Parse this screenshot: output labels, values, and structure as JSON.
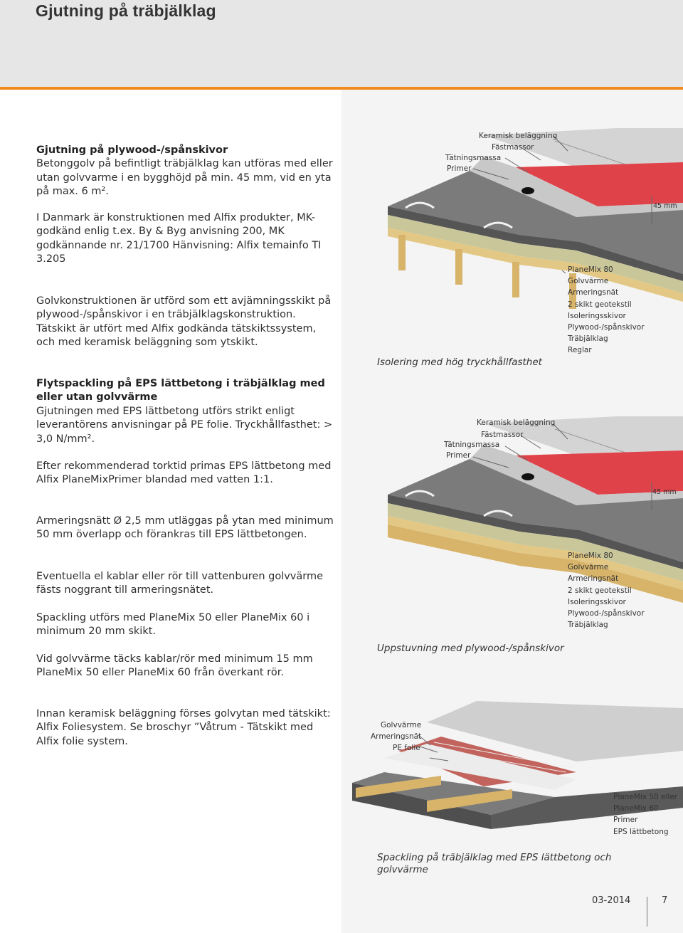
{
  "header": {
    "title": "Gjutning på träbjälklag"
  },
  "left": {
    "s1_title": "Gjutning på plywood-/spånskivor",
    "s1_body": "Betonggolv på befintligt träbjälklag kan utföras med eller utan golvvarme i en bygghöjd på min. 45 mm, vid en yta på max. 6 m².",
    "s2_body": "I Danmark är konstruktionen med Alfix produkter, MK-godkänd enlig t.ex. By & Byg anvisning 200, MK godkännande nr. 21/1700 Hänvisning: Alfix temainfo TI 3.205",
    "s3_body": "Golvkonstruktionen är utförd som ett avjämningsskikt på plywood-/spånskivor i en träbjälklagskonstruktion. Tätskikt är utfört med Alfix godkända tätskiktssystem, och med keramisk beläggning som ytskikt.",
    "s4_title": "Flytspackling på EPS lättbetong i träbjälklag med eller utan golvvärme",
    "s4_body": "Gjutningen med EPS lättbetong utförs strikt enligt leverantörens anvisningar på PE folie. Tryckhållfasthet: > 3,0 N/mm².",
    "s5_body": "Efter rekommenderad torktid primas EPS lättbetong med Alfix PlaneMixPrimer blandad med vatten 1:1.",
    "s6_body": "Armeringsnätt Ø 2,5 mm utläggas på ytan med minimum 50 mm överlapp och förankras till EPS lättbetongen.",
    "s7_body": "Eventuella el kablar eller rör till vattenburen golvvärme fästs noggrant till armeringsnätet.",
    "s8_body": "Spackling utförs med PlaneMix 50 eller PlaneMix 60 i minimum 20 mm skikt.",
    "s9_body": "Vid golvvärme täcks kablar/rör med minimum 15 mm PlaneMix 50 eller PlaneMix 60 från överkant rör.",
    "s10_body": "Innan keramisk beläggning förses golvytan med tätskikt: Alfix Foliesystem. Se broschyr ”Våtrum - Tätskikt med Alfix folie system."
  },
  "fig1": {
    "top_labels": [
      "Keramisk beläggning",
      "Fästmassor",
      "Tätningsmassa",
      "Primer"
    ],
    "dim": "45 mm",
    "side_labels": [
      "PlaneMix 80",
      "Golvvärme",
      "Armeringsnät",
      "2 skikt geotekstil",
      "Isoleringsskivor",
      "Plywood-/spånskivor",
      "Träbjälklag",
      "Reglar"
    ],
    "caption": "Isolering med hög tryckhållfasthet"
  },
  "fig2": {
    "top_labels": [
      "Keramisk beläggning",
      "Fästmassor",
      "Tätningsmassa",
      "Primer"
    ],
    "dim": "45 mm",
    "side_labels": [
      "PlaneMix 80",
      "Golvvärme",
      "Armeringsnät",
      "2 skikt geotekstil",
      "Isoleringsskivor",
      "Plywood-/spånskivor",
      "Träbjälklag"
    ],
    "caption": "Uppstuvning med plywood-/spånskivor"
  },
  "fig3": {
    "top_labels": [
      "Golvvärme",
      "Armeringsnät",
      "PE folie"
    ],
    "side_labels": [
      "PlaneMix 50 eller",
      "PlaneMix 60",
      "Primer",
      "EPS lättbetong"
    ],
    "caption": "Spackling på träbjälklag med EPS lättbetong och golvvärme"
  },
  "footer": {
    "date": "03-2014",
    "page": "7"
  },
  "colors": {
    "accent": "#f08a1c",
    "header_bg": "#e6e6e6",
    "panel_bg": "#f4f4f4",
    "primer_red": "#e0424a",
    "insulation": "#c9c79a",
    "wood": "#d8b46a"
  }
}
